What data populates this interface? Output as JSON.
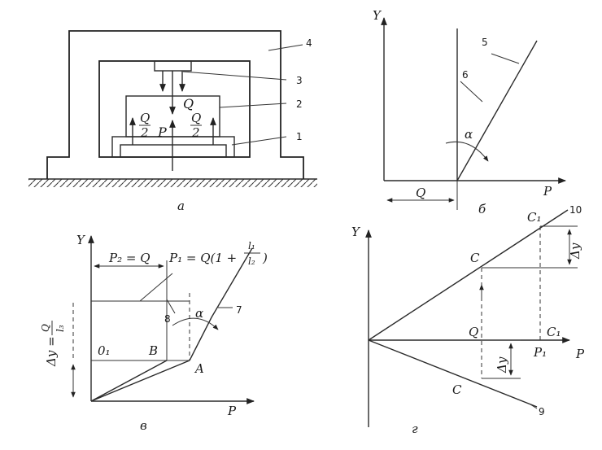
{
  "panels": {
    "a": {
      "caption": "а",
      "parts": [
        "1",
        "2",
        "3",
        "4"
      ],
      "load_labels": {
        "Q": "Q",
        "P": "P",
        "half_num": "Q",
        "half_den": "2"
      }
    },
    "b": {
      "caption": "б",
      "axis_y": "Y",
      "axis_x": "P",
      "line_labels": [
        "5",
        "6"
      ],
      "angle": "α",
      "offset_label": "Q"
    },
    "v": {
      "caption": "в",
      "axis_y": "Y",
      "axis_x": "P",
      "p2_label": "P₂ = Q",
      "p1_label": "P₁ = Q(1 +",
      "frac_num": "l₁",
      "frac_den": "l₂",
      "frac_close": ")",
      "dy_label": "Δy =",
      "dy_num": "Q",
      "dy_den": "l₃",
      "line_labels": [
        "7",
        "8"
      ],
      "angle": "α",
      "points": [
        "0₁",
        "B",
        "A"
      ]
    },
    "g": {
      "caption": "г",
      "axis_y": "Y",
      "axis_x": "P",
      "line_labels": [
        "9",
        "10"
      ],
      "upper_c": "C",
      "upper_c1": "C₁",
      "lower_c": "C",
      "mid_q": "Q",
      "mid_c1": "C₁",
      "p1": "P₁",
      "dy_upper": "Δy",
      "dy_lower": "Δy"
    }
  }
}
